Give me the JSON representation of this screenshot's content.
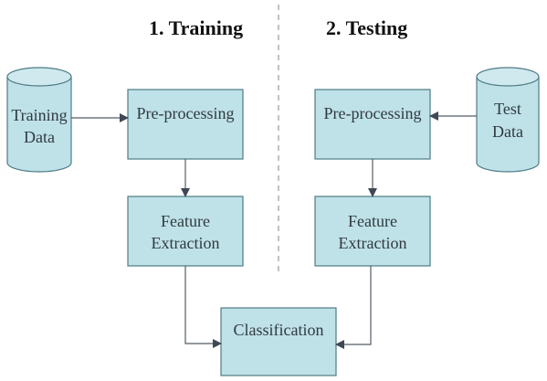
{
  "sections": {
    "training_title": "1. Training",
    "testing_title": "2. Testing"
  },
  "training": {
    "data_store_line1": "Training",
    "data_store_line2": "Data",
    "preprocessing": "Pre-processing",
    "feature_line1": "Feature",
    "feature_line2": "Extraction"
  },
  "testing": {
    "data_store_line1": "Test",
    "data_store_line2": "Data",
    "preprocessing": "Pre-processing",
    "feature_line1": "Feature",
    "feature_line2": "Extraction"
  },
  "classification": "Classification",
  "colors": {
    "box_fill": "#bfe1e8",
    "box_stroke": "#4e7b86",
    "arrow": "#555c66",
    "divider": "#9a9a9a"
  }
}
